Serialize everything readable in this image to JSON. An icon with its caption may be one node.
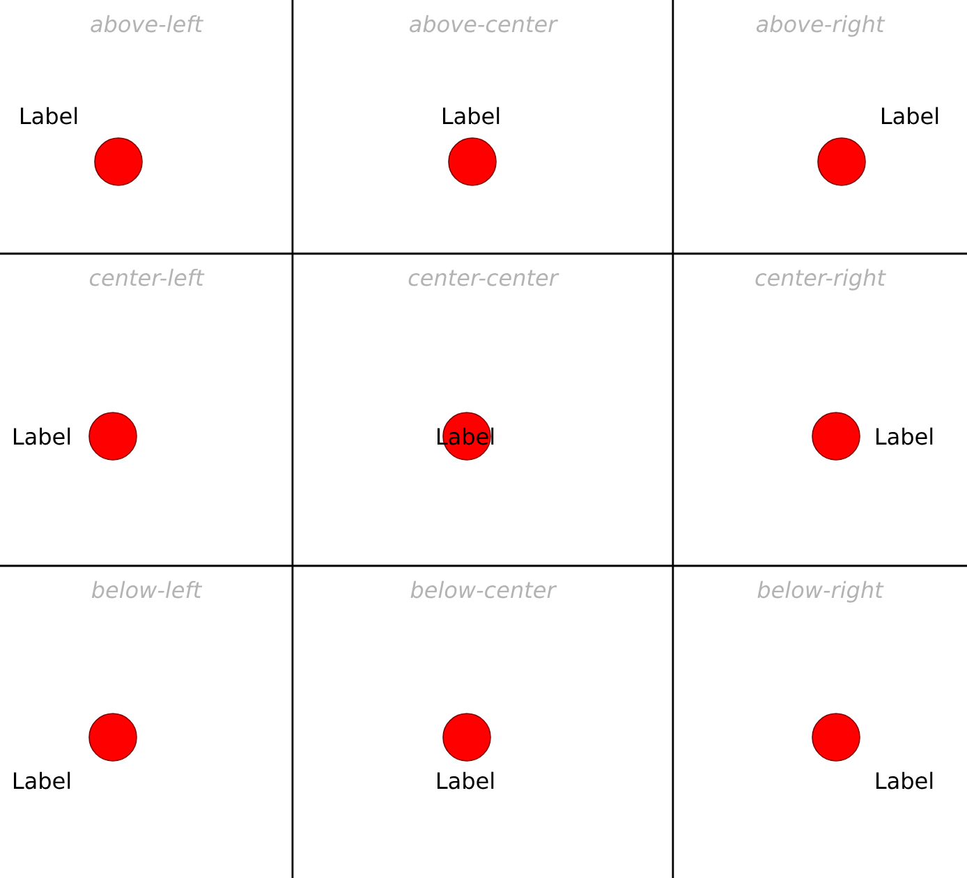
{
  "diagram": {
    "nodes": [
      {
        "text": [],
        "shape": "circle",
        "beside": [
          "Label"
        ]
      },
      {
        "text": [],
        "shape": "circle",
        "beside": [
          "Label"
        ]
      },
      {
        "text": [],
        "shape": "circle",
        "beside": [
          "Label"
        ]
      },
      {
        "text": [],
        "shape": "circle",
        "beside": [
          "Label"
        ]
      },
      {
        "text": [
          "Label"
        ]
      },
      {
        "text": [],
        "shape": "circle",
        "beside": [
          "Label"
        ]
      },
      {
        "text": [],
        "shape": "circle",
        "beside": [
          "Label"
        ]
      },
      {
        "text": [],
        "shape": "circle",
        "beside": [
          "Label"
        ]
      },
      {
        "text": [],
        "shape": "circle",
        "beside": [
          "Label"
        ]
      }
    ],
    "labels": [
      "above-left",
      "above-center",
      "above-right",
      "center-left",
      "center-center",
      "center-right",
      "below-left",
      "below-center",
      "below-right"
    ]
  }
}
